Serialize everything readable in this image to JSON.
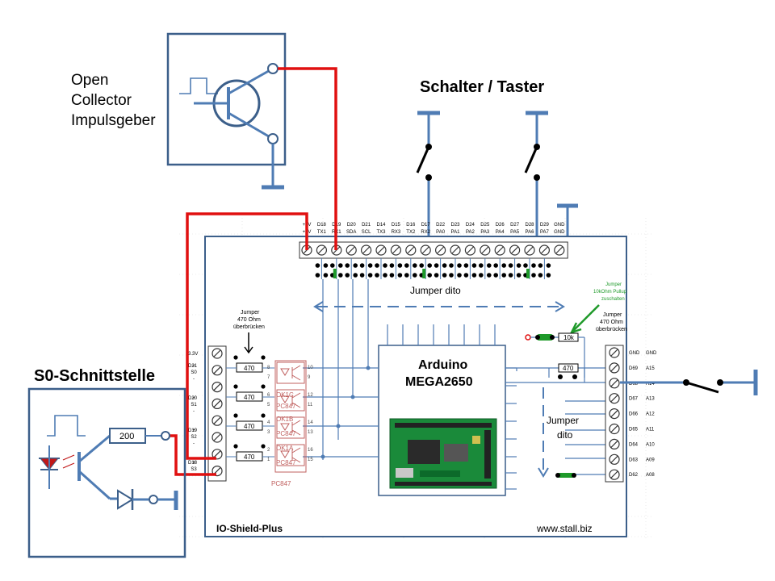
{
  "labels": {
    "open_collector": [
      "Open",
      "Collector",
      "Impulsgeber"
    ],
    "switches": "Schalter / Taster",
    "s0": "S0-Schnittstelle",
    "board": "IO-Shield-Plus",
    "website": "www.stall.biz",
    "arduino": [
      "Arduino",
      "MEGA2650"
    ],
    "jumper_dito_top": "Jumper dito",
    "jumper_dito_right": [
      "Jumper",
      "dito"
    ],
    "jumper_470_left": [
      "Jumper",
      "470 Ohm",
      "überbrücken"
    ],
    "jumper_470_right": [
      "Jumper",
      "470 Ohm",
      "überbrücken"
    ],
    "jumper_pullup": [
      "Jumper",
      "10kOhm Pullup",
      "zuschalten"
    ],
    "res_470": "470",
    "res_10k": "10k",
    "res_200": "200"
  },
  "top_header": {
    "row1": [
      "+5V",
      "D18",
      "D19",
      "D20",
      "D21",
      "D14",
      "D15",
      "D16",
      "D17",
      "D22",
      "D23",
      "D24",
      "D25",
      "D26",
      "D27",
      "D28",
      "D29",
      "GND"
    ],
    "row2": [
      "+5V",
      "TX1",
      "RX1",
      "SDA",
      "SCL",
      "TX3",
      "RX3",
      "TX2",
      "RX2",
      "PA0",
      "PA1",
      "PA2",
      "PA3",
      "PA4",
      "PA5",
      "PA6",
      "PA7",
      "GND"
    ]
  },
  "left_header": [
    {
      "pin": "3.3V",
      "sym": ""
    },
    {
      "pin": "D21",
      "sym": "+"
    },
    {
      "pin": "",
      "sym": "S0"
    },
    {
      "pin": "",
      "sym": "-"
    },
    {
      "pin": "D20",
      "sym": "+"
    },
    {
      "pin": "",
      "sym": "S1"
    },
    {
      "pin": "",
      "sym": "-"
    },
    {
      "pin": "D19",
      "sym": "+"
    },
    {
      "pin": "",
      "sym": "S2"
    },
    {
      "pin": "",
      "sym": "-"
    },
    {
      "pin": "D18",
      "sym": "+"
    },
    {
      "pin": "",
      "sym": "S3"
    }
  ],
  "opto_labels": [
    "PC847",
    "PC847",
    "PC847",
    "PC847",
    "OK1C",
    "OK1B",
    "OK1A"
  ],
  "opto_pins": [
    "10",
    "9",
    "12",
    "11",
    "14",
    "13",
    "16",
    "15",
    "8",
    "7",
    "6",
    "5",
    "4",
    "3",
    "2",
    "1"
  ],
  "right_header": [
    {
      "a": "GND",
      "b": "GND"
    },
    {
      "a": "D69",
      "b": "A15"
    },
    {
      "a": "D68",
      "b": "A14"
    },
    {
      "a": "D67",
      "b": "A13"
    },
    {
      "a": "D66",
      "b": "A12"
    },
    {
      "a": "D65",
      "b": "A11"
    },
    {
      "a": "D64",
      "b": "A10"
    },
    {
      "a": "D63",
      "b": "A09"
    },
    {
      "a": "D62",
      "b": "A08"
    }
  ],
  "colors": {
    "frame": "#3c5f8a",
    "wire_blue": "#4f7cb4",
    "wire_red": "#e01010",
    "jumper_green": "#1f9a2a",
    "opto_red": "#c0605f",
    "pcb": "#1a8a3a"
  }
}
